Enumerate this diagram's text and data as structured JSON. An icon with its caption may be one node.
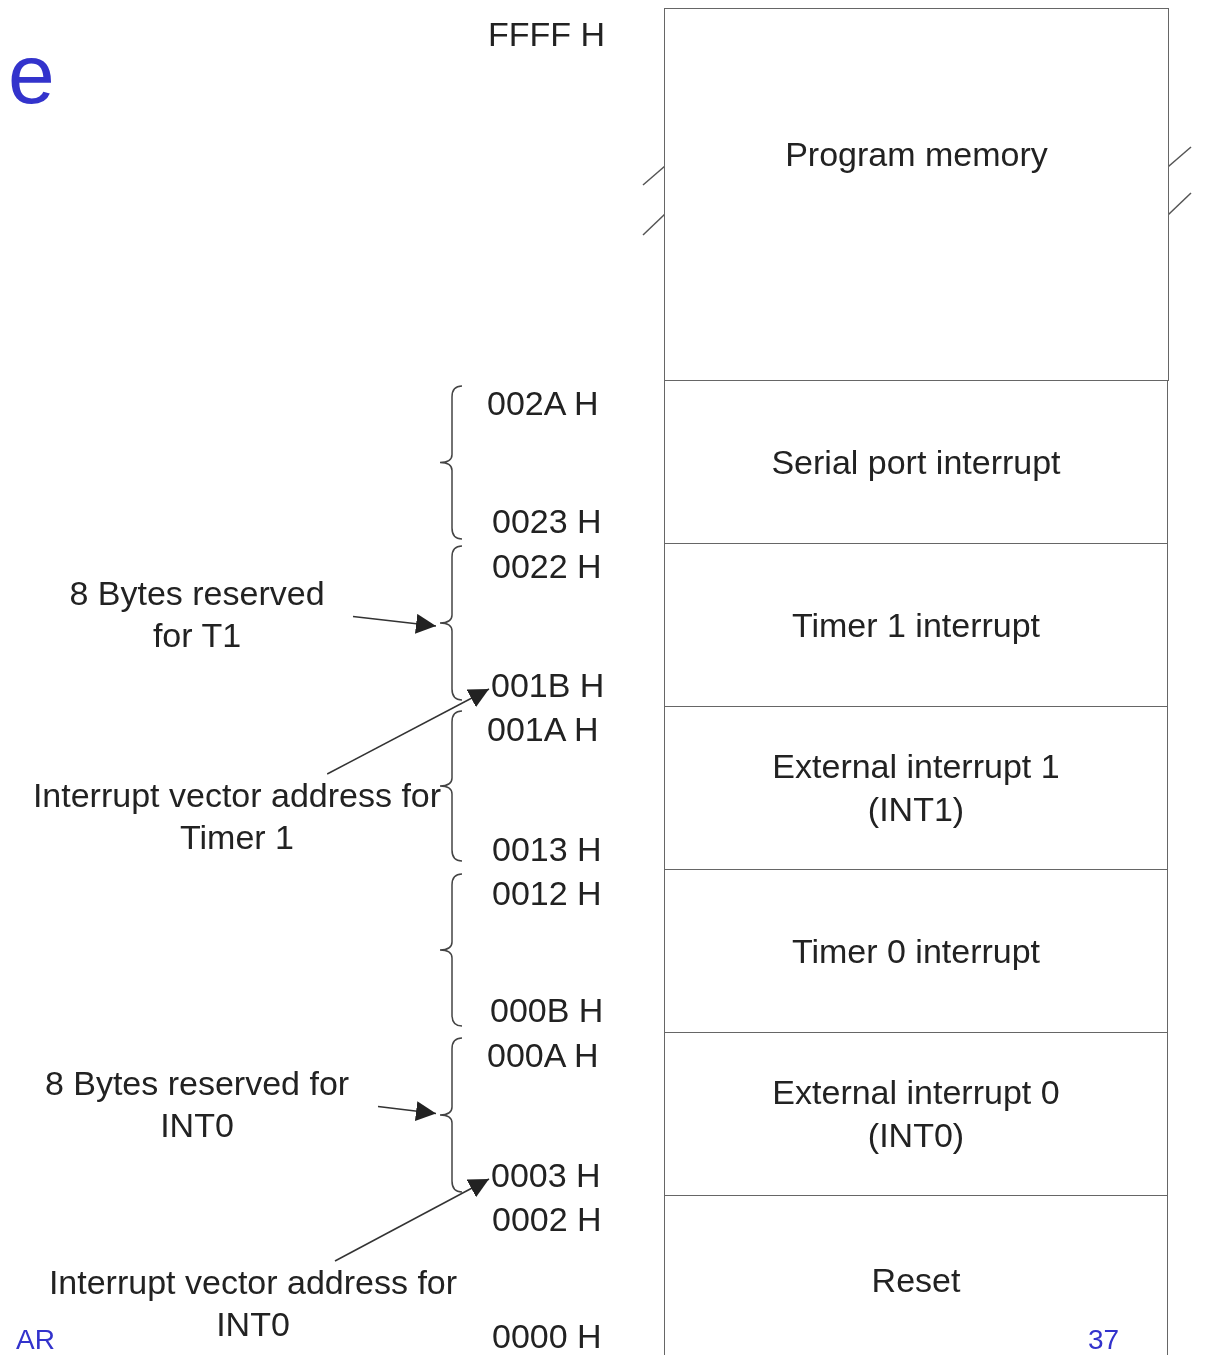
{
  "diagram": {
    "nodes": [
      {
        "text": [
          "Program memory"
        ]
      },
      {
        "text": [
          "Serial port interrupt"
        ]
      },
      {
        "text": [
          "Timer 1 interrupt"
        ]
      },
      {
        "text": [
          "External interrupt 1 (INT1)"
        ]
      },
      {
        "text": [
          "Timer 0 interrupt"
        ]
      },
      {
        "text": [
          "External interrupt 0 (INT0)"
        ]
      },
      {
        "text": [
          "Reset"
        ]
      },
      {
        "text": [
          "8 Bytes reserved for T1"
        ]
      },
      {
        "text": [],
        "shape": "brace"
      },
      {
        "text": [
          "Interrupt vector address for Timer 1"
        ]
      },
      {
        "text": [
          "001B H"
        ]
      },
      {
        "text": [
          "8 Bytes reserved for INT0"
        ]
      },
      {
        "text": [],
        "shape": "brace"
      },
      {
        "text": [
          "Interrupt vector address for INT0"
        ]
      },
      {
        "text": [
          "0003 H"
        ]
      }
    ],
    "edges": [
      {
        "from": 7,
        "to": 8,
        "arrow": "to"
      },
      {
        "from": 9,
        "to": 10,
        "arrow": "to"
      },
      {
        "from": 11,
        "to": 12,
        "arrow": "to"
      },
      {
        "from": 13,
        "to": 14,
        "arrow": "to"
      }
    ],
    "labels": [
      "e",
      "FFFF H",
      "002A H",
      "0023 H",
      "0022 H",
      "001A H",
      "0013 H",
      "0012 H",
      "000B H",
      "000A H",
      "0002 H",
      "0000 H",
      "AR",
      "37"
    ]
  }
}
